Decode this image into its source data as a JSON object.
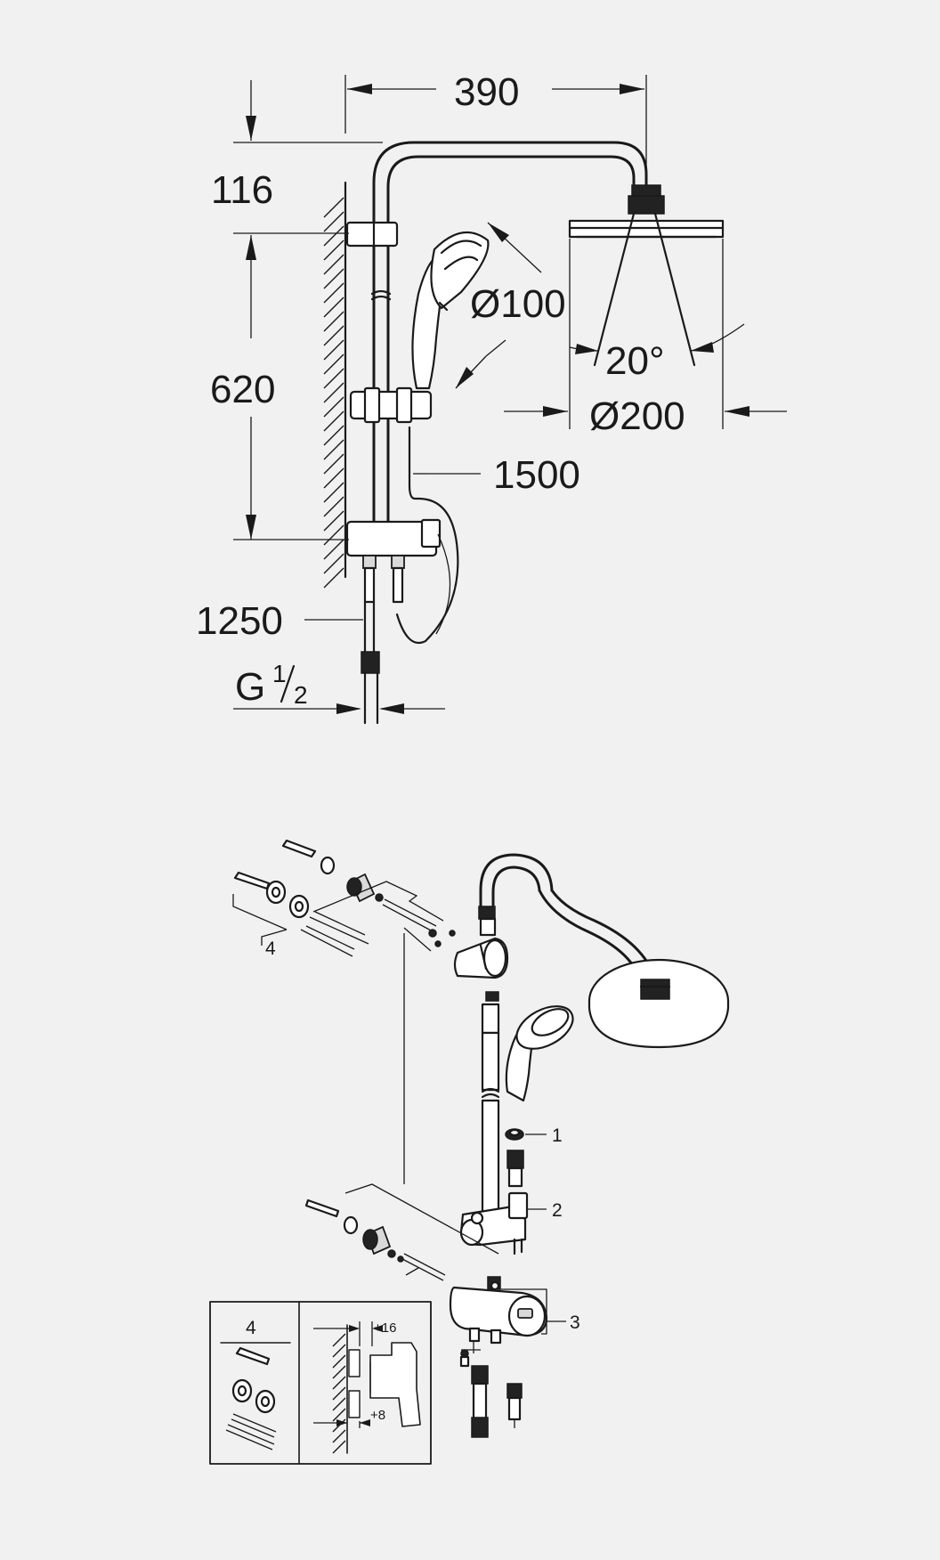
{
  "dimension_drawing": {
    "width": "390",
    "top_offset": "116",
    "rail_height": "620",
    "handshower_diameter": "Ø100",
    "spray_angle": "20°",
    "headshower_diameter": "Ø200",
    "hose_length": "1500",
    "arm_length": "1250",
    "connection": {
      "prefix": "G",
      "numerator": "1",
      "denominator": "2"
    }
  },
  "exploded_view": {
    "callouts": [
      "1",
      "2",
      "3",
      "4"
    ],
    "inset": {
      "kit_label": "4",
      "offset_top": "+16",
      "offset_bottom": "+8"
    }
  },
  "colors": {
    "background": "#f1f1f1",
    "line": "#1a1a1a"
  }
}
